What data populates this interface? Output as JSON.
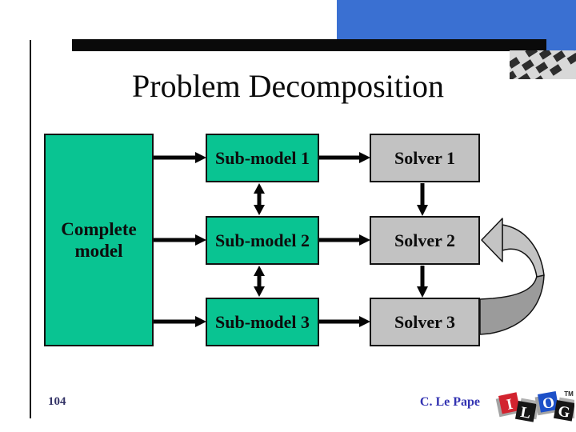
{
  "slide": {
    "title": "Problem Decomposition",
    "page_number": "104",
    "author": "C. Le Pape"
  },
  "diagram": {
    "complete_model_label": "Complete model",
    "sub_models": [
      {
        "label": "Sub-model 1"
      },
      {
        "label": "Sub-model 2"
      },
      {
        "label": "Sub-model 3"
      }
    ],
    "solvers": [
      {
        "label": "Solver 1"
      },
      {
        "label": "Solver 2"
      },
      {
        "label": "Solver 3"
      }
    ]
  },
  "logo": {
    "letters": [
      "I",
      "L",
      "O",
      "G"
    ],
    "trademark": "TM"
  },
  "colors": {
    "header_blue": "#3a70d2",
    "model_green": "#09c492",
    "solver_gray": "#c2c2c2",
    "arrow_black": "#050505",
    "curved_arrow_light": "#c4c4c4",
    "curved_arrow_dark": "#9b9b9b",
    "page_number": "#333366",
    "author_text": "#3333b2",
    "logo_red": "#d2232f",
    "logo_blue": "#1d50c8"
  }
}
